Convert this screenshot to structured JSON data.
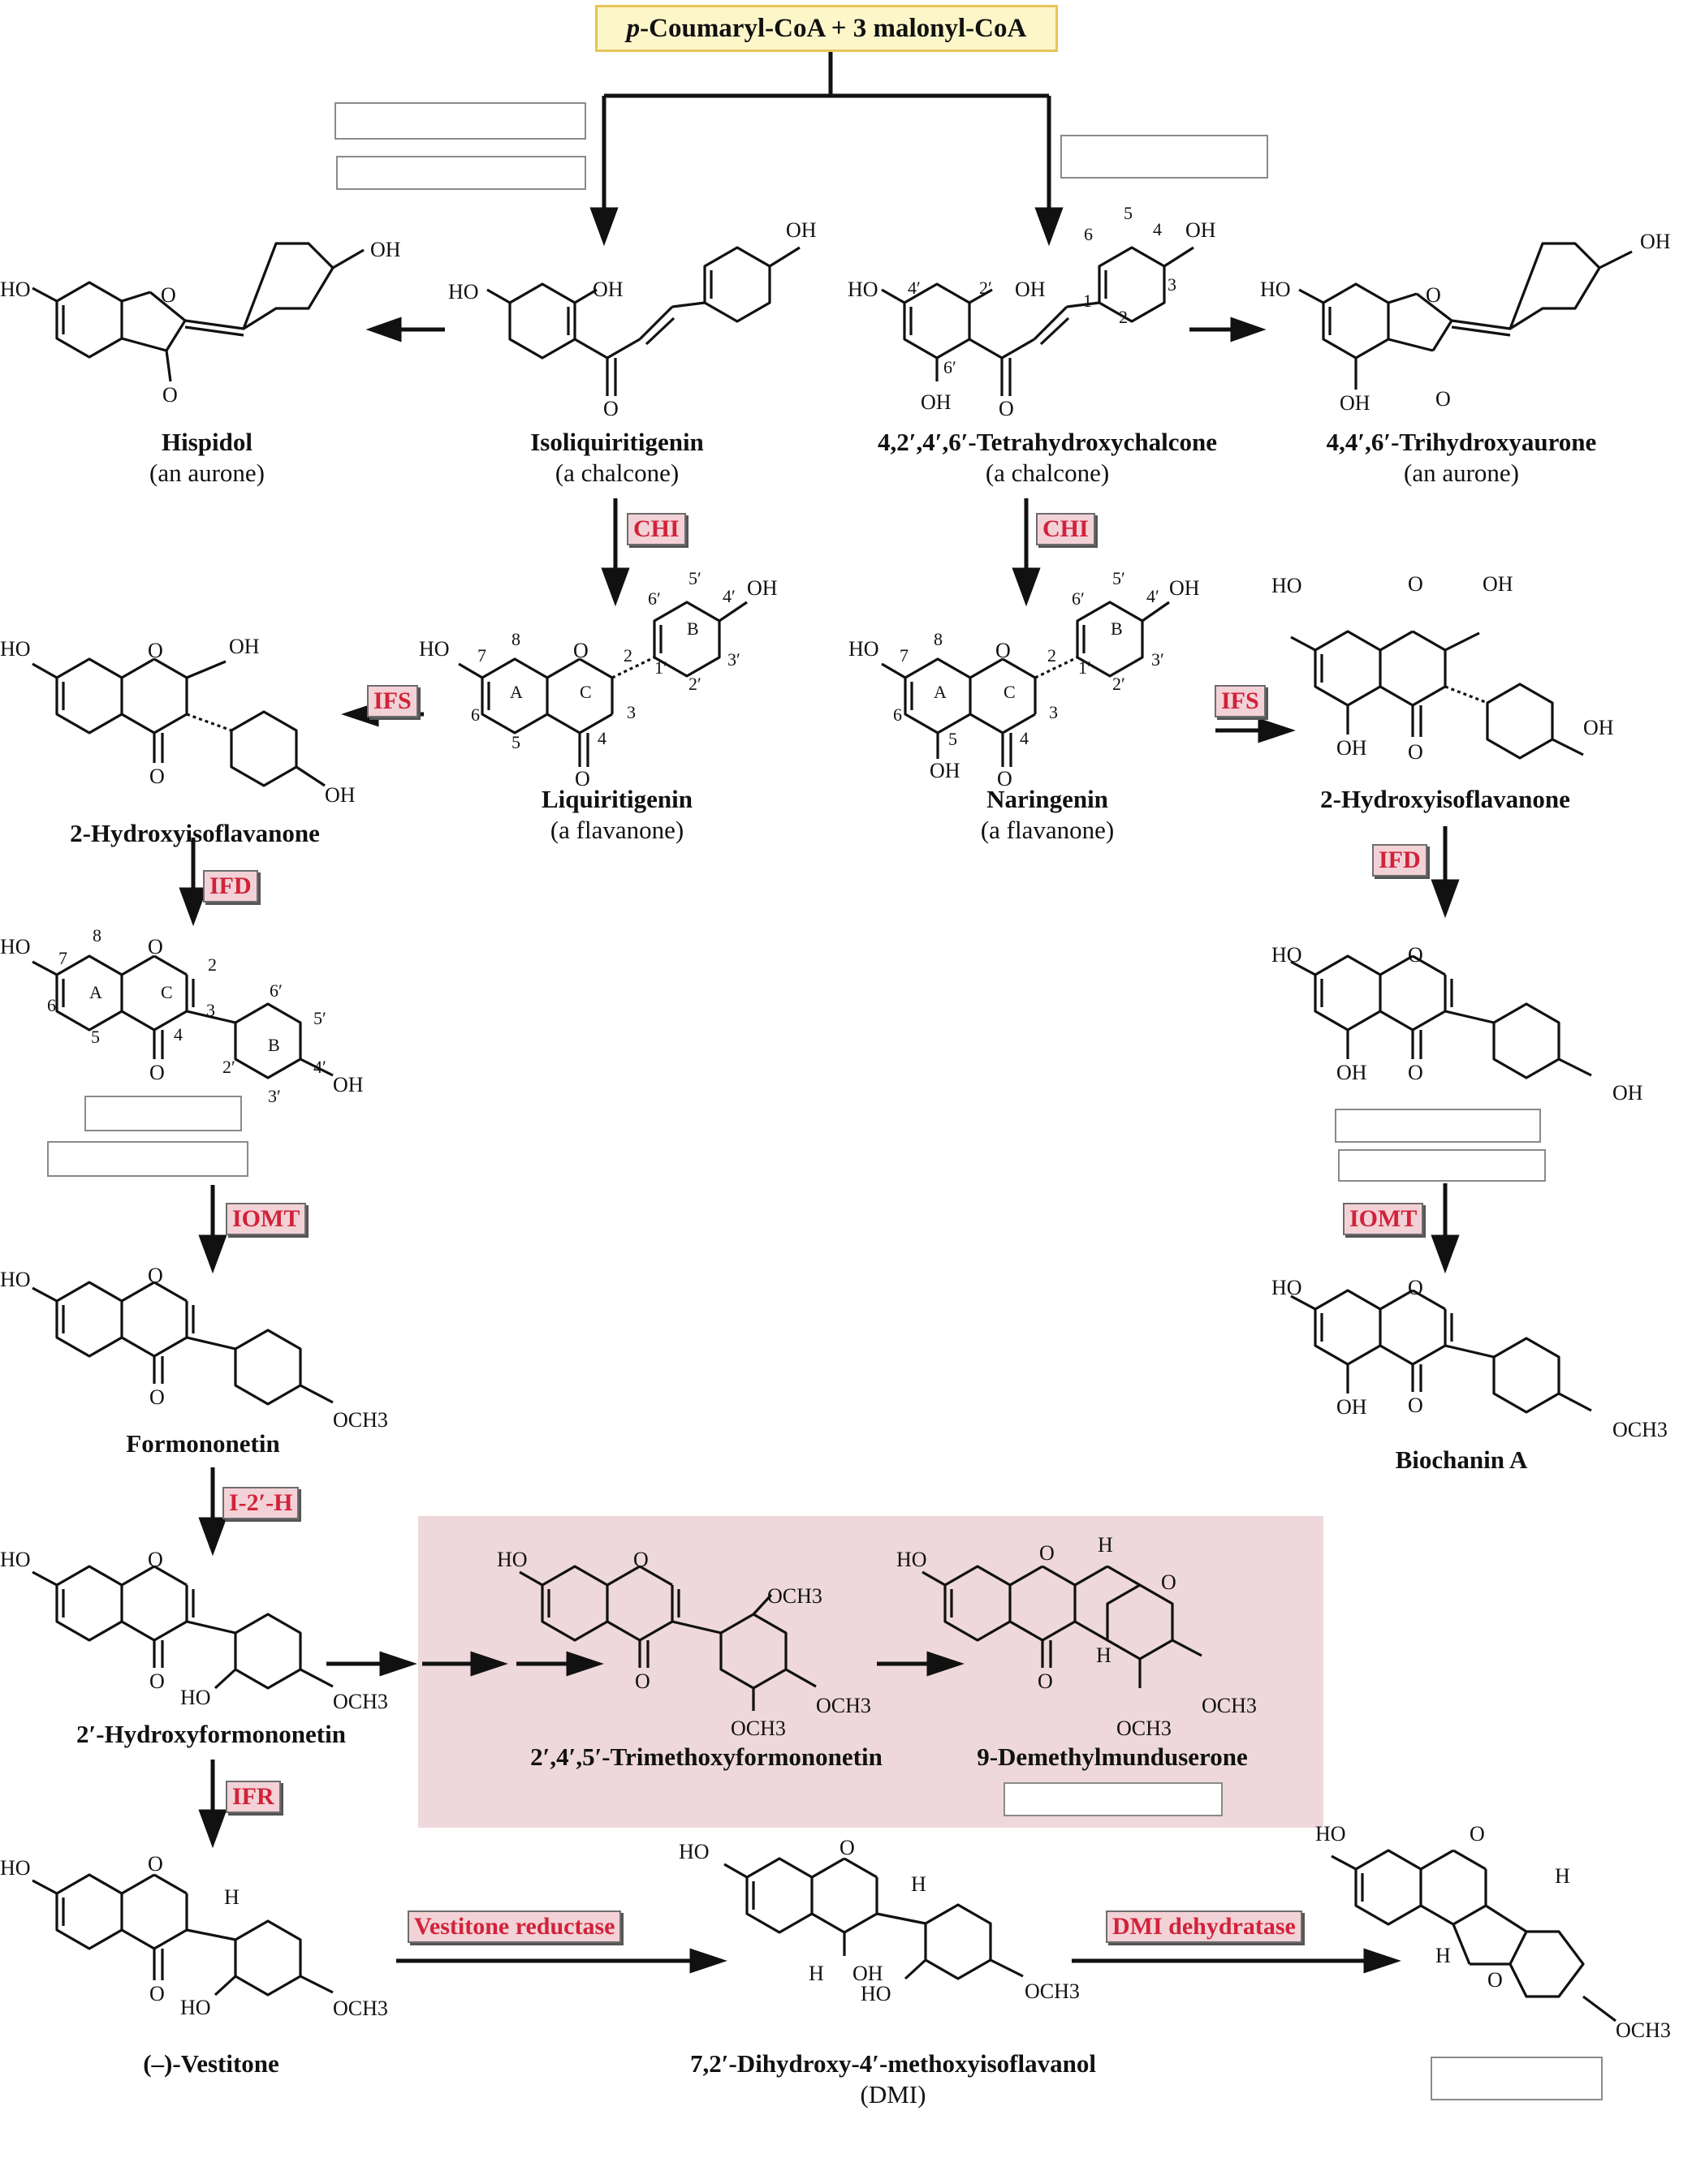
{
  "start": {
    "prefix": "p",
    "text": "-Coumaryl-CoA + 3 malonyl-CoA"
  },
  "enzymes": {
    "chi_left": "CHI",
    "chi_right": "CHI",
    "ifs_left": "IFS",
    "ifs_right": "IFS",
    "ifd_left": "IFD",
    "ifd_right": "IFD",
    "iomt_left": "IOMT",
    "iomt_right": "IOMT",
    "i2h": "I-2′-H",
    "ifr": "IFR",
    "vr": "Vestitone reductase",
    "dmid": "DMI dehydratase"
  },
  "compounds": {
    "hispidol": {
      "name": "Hispidol",
      "sub": "(an aurone)"
    },
    "isoliquiritigenin": {
      "name": "Isoliquiritigenin",
      "sub": "(a chalcone)"
    },
    "thc": {
      "name": "4,2′,4′,6′-Tetrahydroxychalcone",
      "sub": "(a chalcone)"
    },
    "thaurone": {
      "name": "4,4′,6′-Trihydroxyaurone",
      "sub": "(an aurone)"
    },
    "hif_left": {
      "name": "2-Hydroxyisoflavanone"
    },
    "liquiritigenin": {
      "name": "Liquiritigenin",
      "sub": "(a flavanone)"
    },
    "naringenin": {
      "name": "Naringenin",
      "sub": "(a flavanone)"
    },
    "hif_right": {
      "name": "2-Hydroxyisoflavanone"
    },
    "formononetin": {
      "name": "Formononetin"
    },
    "biochanin": {
      "name": "Biochanin A"
    },
    "hformononetin": {
      "name": "2′-Hydroxyformononetin"
    },
    "tmf": {
      "name": "2′,4′,5′-Trimethoxyformononetin"
    },
    "dmm": {
      "name": "9-Demethylmunduserone"
    },
    "vestitone": {
      "name": "(–)-Vestitone"
    },
    "dmi": {
      "name": "7,2′-Dihydroxy-4′-methoxyisoflavanol",
      "sub": "(DMI)"
    }
  },
  "atoms": {
    "ho": "HO",
    "oh": "OH",
    "o": "O",
    "h": "H",
    "och3": "OCH3"
  },
  "ring_labels": {
    "a": "A",
    "b": "B",
    "c": "C",
    "n2": "2",
    "n3": "3",
    "n4": "4",
    "n5": "5",
    "n6": "6",
    "n7": "7",
    "n8": "8",
    "n1p": "1′",
    "n2p": "2′",
    "n3p": "3′",
    "n4p": "4′",
    "n5p": "5′",
    "n6p": "6′",
    "c1": "1",
    "c2": "2",
    "c3": "3",
    "c4": "4",
    "c5": "5",
    "c6": "6"
  },
  "colors": {
    "enzyme_text": "#d0233a",
    "enzyme_bg": "#f3d2d7",
    "highlight": "#eed8db",
    "start_bg": "#fdf6c9",
    "start_border": "#e7c35a"
  }
}
